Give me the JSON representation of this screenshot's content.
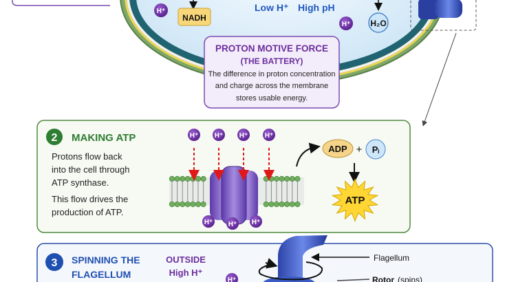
{
  "section1": {
    "nadh": "NADH",
    "low_h": "Low H⁺",
    "high_ph": "High pH",
    "water": "H₂O",
    "proton": "H⁺"
  },
  "pmf": {
    "title": "PROTON MOTIVE FORCE",
    "subtitle": "(THE BATTERY)",
    "lines": [
      "The difference in proton concentration",
      "and charge across the membrane",
      "stores usable energy."
    ]
  },
  "section2": {
    "number": "2",
    "title": "MAKING ATP",
    "text1": [
      "Protons flow back",
      "into the cell through",
      "ATP synthase."
    ],
    "text2": [
      "This flow drives the",
      "production of ATP."
    ],
    "proton": "H⁺",
    "adp": "ADP",
    "plus": "+",
    "pi": "Pᵢ",
    "atp": "ATP"
  },
  "section3": {
    "number": "3",
    "title": [
      "SPINNING THE",
      "FLAGELLUM"
    ],
    "outside": "OUTSIDE",
    "high_h": "High H⁺",
    "flagellum_label": "Flagellum",
    "rotor_label": "Rotor",
    "rotor_note": "(spins)",
    "proton": "H⁺"
  },
  "colors": {
    "purple": "#6a2d9c",
    "green": "#2e7d32",
    "blue": "#1f4fb0",
    "proton": "#6b2fa0"
  }
}
